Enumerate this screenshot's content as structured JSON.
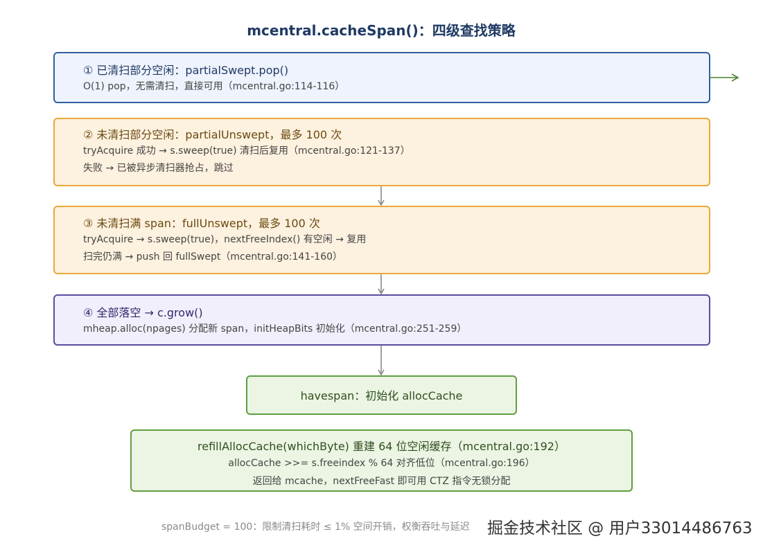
{
  "title": "mcentral.cacheSpan()：四级查找策略",
  "steps": [
    {
      "head": "① 已清扫部分空闲：partialSwept.pop()",
      "lines": [
        "O(1) pop，无需清扫，直接可用（mcentral.go:114-116）"
      ]
    },
    {
      "head": "② 未清扫部分空闲：partialUnswept，最多 100 次",
      "lines": [
        "tryAcquire 成功 → s.sweep(true) 清扫后复用（mcentral.go:121-137）",
        "失败 → 已被异步清扫器抢占，跳过"
      ]
    },
    {
      "head": "③ 未清扫满 span：fullUnswept，最多 100 次",
      "lines": [
        "tryAcquire → s.sweep(true)，nextFreeIndex() 有空闲 → 复用",
        "扫完仍满 → push 回 fullSwept（mcentral.go:141-160）"
      ]
    },
    {
      "head": "④ 全部落空 → c.grow()",
      "lines": [
        "mheap.alloc(npages) 分配新 span，initHeapBits 初始化（mcentral.go:251-259）"
      ]
    }
  ],
  "havespan": "havespan：初始化 allocCache",
  "refill": {
    "head": "refillAllocCache(whichByte) 重建 64 位空闲缓存（mcentral.go:192）",
    "lines": [
      "allocCache >>= s.freeindex % 64 对齐低位（mcentral.go:196）",
      "返回给 mcache，nextFreeFast 即可用 CTZ 指令无锁分配"
    ]
  },
  "footer": "spanBudget = 100：限制清扫耗时 ≤ 1% 空间开销，权衡吞吐与延迟",
  "watermark": "掘金技术社区 @ 用户3301448676​3",
  "colors": {
    "step1_border": "#2e5f9e",
    "step23_border": "#e8a93b",
    "step4_border": "#5b4b9d",
    "green_border": "#5e9e3e",
    "arrow_gray": "#888888",
    "arrow_green": "#4f7f2f"
  }
}
